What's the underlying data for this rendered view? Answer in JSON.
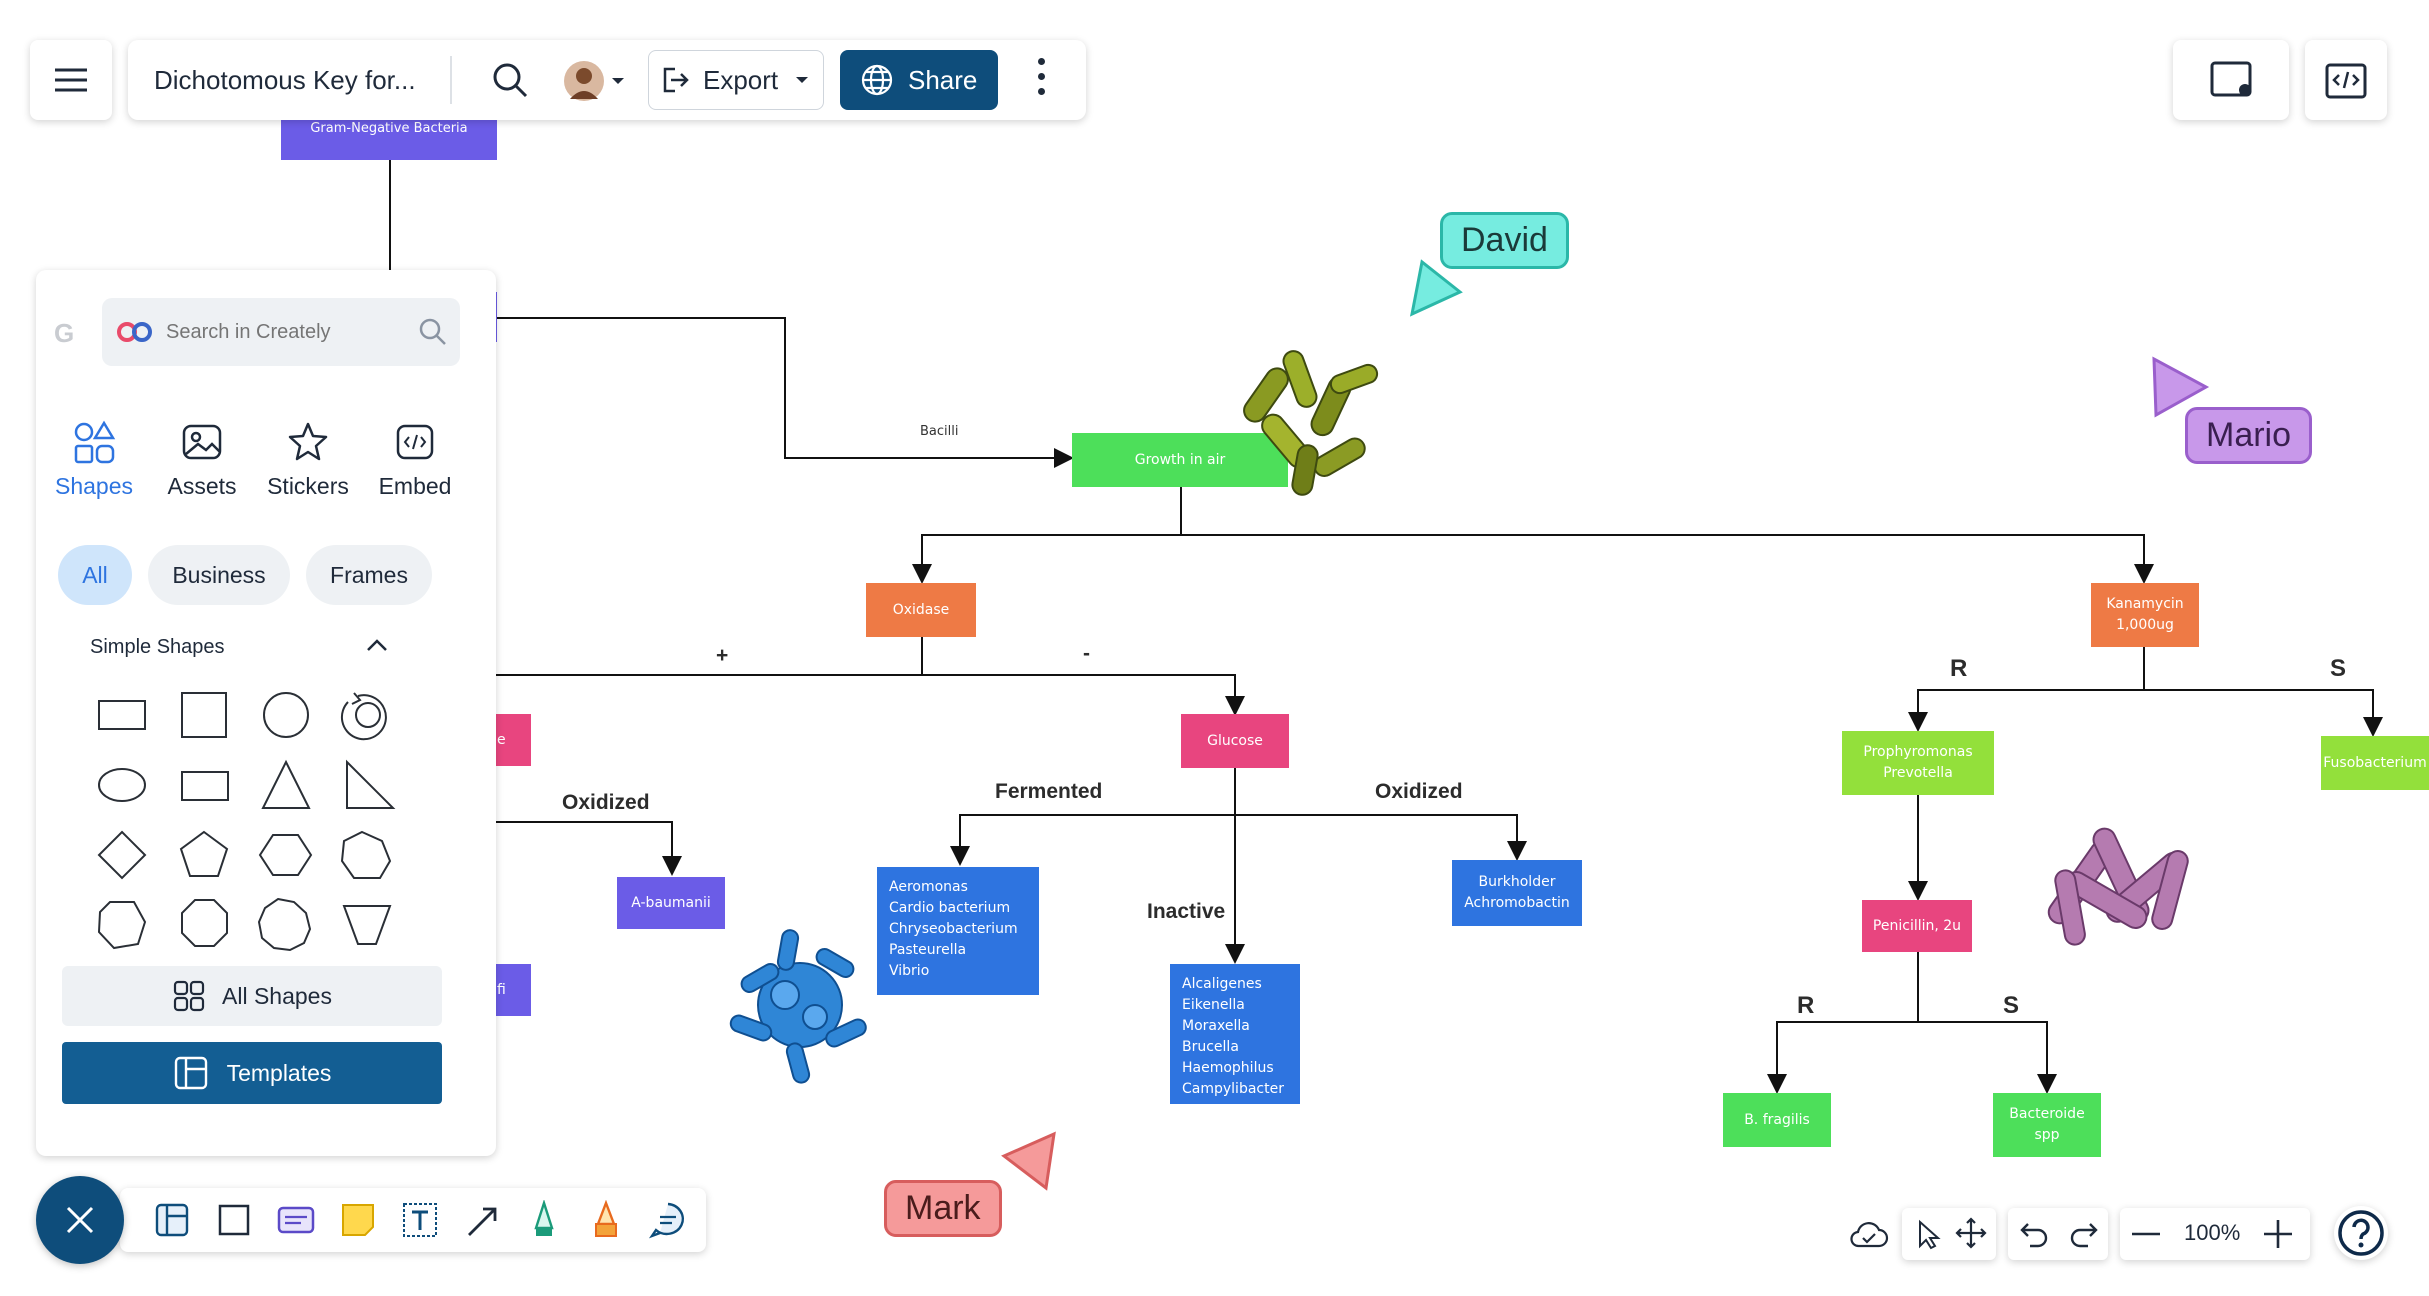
{
  "header": {
    "doc_title": "Dichotomous Key for...",
    "export_label": "Export",
    "share_label": "Share"
  },
  "panel": {
    "search_placeholder": "Search in Creately",
    "tabs": [
      {
        "label": "Shapes",
        "icon": "shapes-icon"
      },
      {
        "label": "Assets",
        "icon": "assets-icon"
      },
      {
        "label": "Stickers",
        "icon": "star-icon"
      },
      {
        "label": "Embed",
        "icon": "embed-icon"
      }
    ],
    "chips": [
      "All",
      "Business",
      "Frames"
    ],
    "section_title": "Simple Shapes",
    "all_shapes_label": "All Shapes",
    "templates_label": "Templates"
  },
  "diagram": {
    "nodes": {
      "gram_negative": "Gram-Negative Bacteria",
      "growth_in_air": "Growth in air",
      "oxidase": "Oxidase",
      "kanamycin_1": "Kanamycin",
      "kanamycin_2": "1,000ug",
      "glucose": "Glucose",
      "a_baumanii": "A-baumanii",
      "aeromonas": [
        "Aeromonas",
        "Cardio bacterium",
        "Chryseobacterium",
        "Pasteurella",
        "Vibrio"
      ],
      "alcaligenes": [
        "Alcaligenes",
        "Eikenella",
        "Moraxella",
        "Brucella",
        "Haemophilus",
        "Campylibacter"
      ],
      "burkholder_1": "Burkholder",
      "burkholder_2": "Achromobactin",
      "prophyromonas_1": "Prophyromonas",
      "prophyromonas_2": "Prevotella",
      "fusobacterium": "Fusobacterium",
      "penicillin": "Penicillin, 2u",
      "b_fragilis": "B. fragilis",
      "bacteroide_1": "Bacteroide",
      "bacteroide_2": "spp",
      "partial_e": "e",
      "partial_fi": "fi"
    },
    "edge_labels": {
      "bacilli": "Bacilli",
      "plus": "+",
      "minus": "-",
      "oxidized_left": "Oxidized",
      "fermented": "Fermented",
      "oxidized_right": "Oxidized",
      "inactive": "Inactive",
      "r_top": "R",
      "s_top": "S",
      "r_bottom": "R",
      "s_bottom": "S"
    }
  },
  "cursors": {
    "david": "David",
    "mario": "Mario",
    "mark": "Mark"
  },
  "bottom_bar": {
    "zoom": "100%"
  },
  "colors": {
    "green": "#4ddf5a",
    "lime": "#93e03b",
    "orange": "#ee7a45",
    "pink": "#e8457f",
    "purple": "#6b5ce7",
    "blue": "#2e74e0",
    "share_btn": "#0e4d7b",
    "templates_btn": "#135e93",
    "david": "#76ece0",
    "mario": "#c898ea",
    "mark": "#f59a9a"
  }
}
